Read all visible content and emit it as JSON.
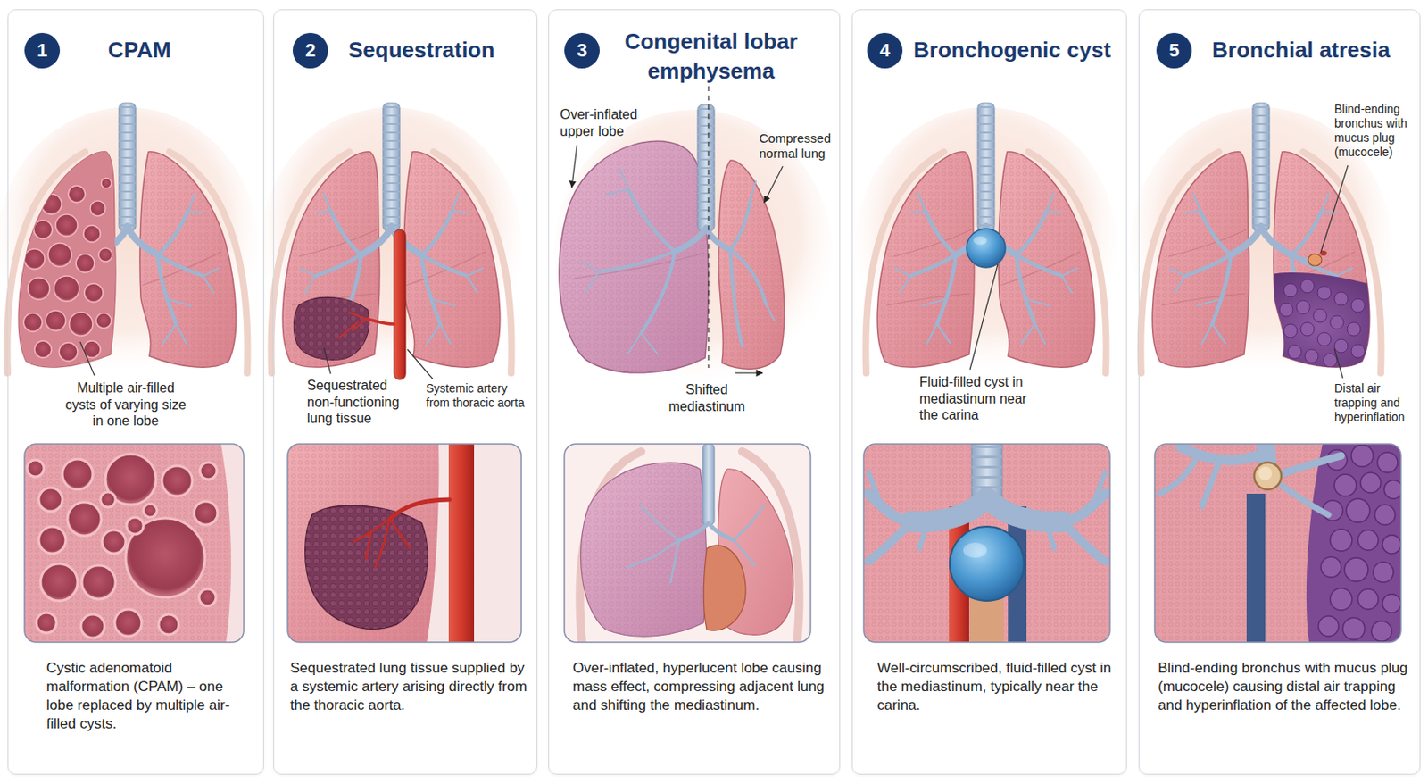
{
  "diagram": {
    "nodes": [
      {
        "text": [
          "CPAM",
          "Cystic adenomatoid malformation (CPAM) – one lobe replaced by multiple air-filled cysts."
        ]
      },
      {
        "text": [
          "1"
        ],
        "in": 0
      },
      {
        "text": [
          "Sequestration",
          "Sequestrated lung tissue supplied by a systemic artery arising directly from the thoracic aorta."
        ]
      },
      {
        "text": [
          "2"
        ],
        "in": 2
      },
      {
        "text": [
          "Congenital lobar emphysema",
          "Over-inflated, hyperlucent lobe causing mass effect, compressing adjacent lung and shifting the mediastinum."
        ]
      },
      {
        "text": [
          "3"
        ],
        "in": 4
      },
      {
        "text": [
          "Bronchogenic cyst",
          "Well-circumscribed, fluid-filled cyst in the mediastinum, typically near the carina."
        ]
      },
      {
        "text": [
          "4"
        ],
        "in": 6
      },
      {
        "text": [
          "Bronchial atresia",
          "Blind-ending bronchus with mucus plug (mucocele) causing distal air trapping and hyperinflation of the affected lobe."
        ]
      },
      {
        "text": [
          "5"
        ],
        "in": 8
      }
    ],
    "labels": [
      "Multiple air-filled cysts of varying size in one lobe",
      "Sequestrated non-functioning lung tissue",
      "Systemic artery from thoracic aorta",
      "Over-inflated upper lobe",
      "Compressed normal lung",
      "Shifted mediastinum",
      "Fluid-filled cyst in mediastinum near the carina",
      "Blind-ending bronchus with mucus plug (mucocele)",
      "Distal air trapping and hyperinflation"
    ]
  }
}
